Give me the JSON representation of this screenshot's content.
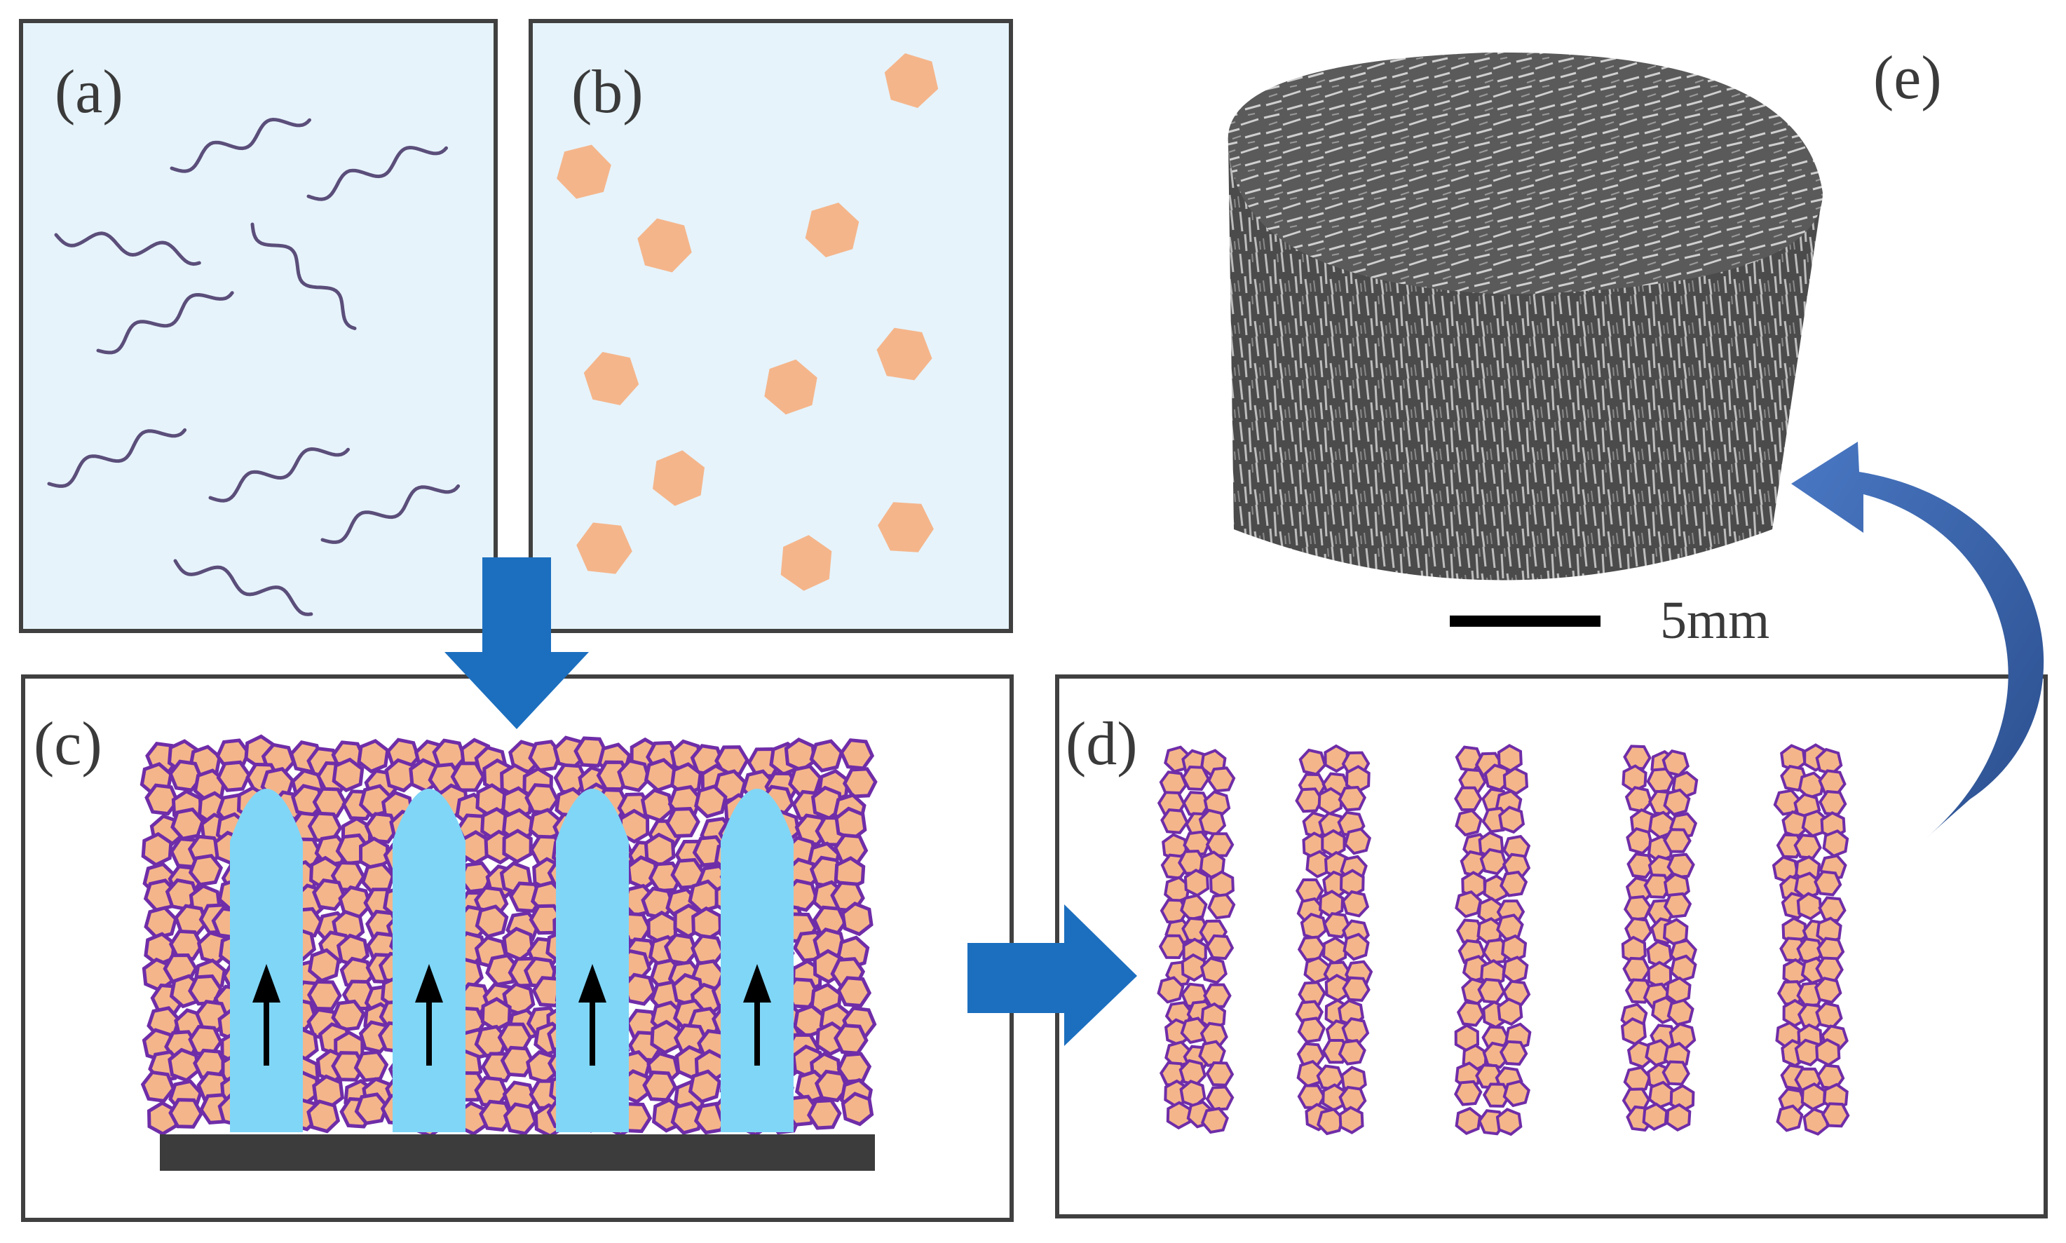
{
  "panels": {
    "a": {
      "label": "(a)"
    },
    "b": {
      "label": "(b)"
    },
    "c": {
      "label": "(c)"
    },
    "d": {
      "label": "(d)"
    },
    "e": {
      "label": "(e)"
    }
  },
  "scale_bar": {
    "label": "5mm"
  },
  "colors": {
    "panel_border": "#404040",
    "suspension_bg": "#e6f3fb",
    "polymer_chain": "#5b4e7a",
    "particle_fill": "#f5b58a",
    "particle_stroke": "#6f2da8",
    "ice_crystal": "#80d6f7",
    "substrate": "#3c3c3c",
    "process_arrow": "#1c6fbf",
    "curved_arrow": "#3a63a8",
    "growth_arrow": "#000000",
    "sample_gray": "#5c5c5c"
  },
  "icons": {
    "down_arrow": "down-arrow-icon",
    "right_arrow": "right-arrow-icon",
    "curved_arrow": "curved-arrow-icon",
    "growth_arrow": "up-arrow-icon"
  }
}
